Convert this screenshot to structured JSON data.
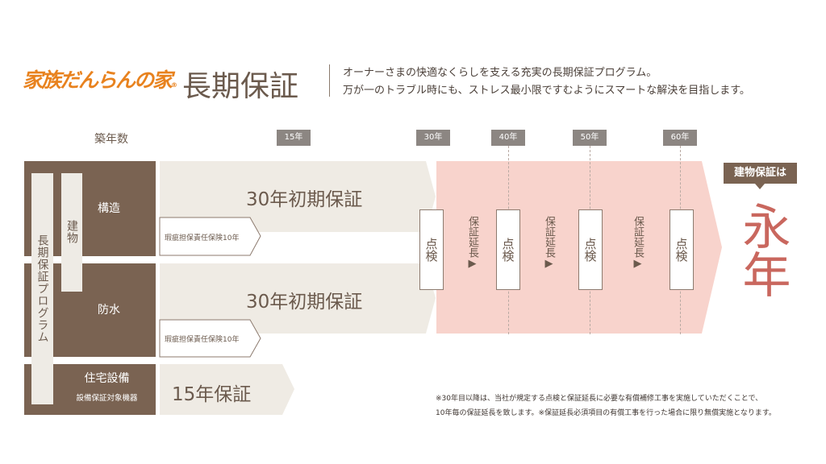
{
  "header": {
    "brand": "家族だんらんの家",
    "brand_mark": "®",
    "title": "長期保証",
    "lead_lines": [
      "オーナーさまの快適なくらしを支える充実の長期保証プログラム。",
      "万が一のトラブル時にも、ストレス最小限ですむようにスマートな解決を目指します。"
    ]
  },
  "timeline": {
    "axis_label": "築年数",
    "ticks": [
      "15年",
      "30年",
      "40年",
      "50年",
      "60年"
    ]
  },
  "program": {
    "label": "長期保証プログラム",
    "building": "建物",
    "rows": [
      {
        "category": "構造",
        "warranty": "30年初期保証",
        "insurance": "瑕疵担保責任保険10年"
      },
      {
        "category": "防水",
        "warranty": "30年初期保証",
        "insurance": "瑕疵担保責任保険10年"
      },
      {
        "category": "住宅設備",
        "subcategory": "設備保証対象機器",
        "warranty": "15年保証"
      }
    ],
    "inspection": "点検",
    "extension": "保証延長▶",
    "result_label": "建物保証は",
    "result_value": "永年"
  },
  "footnote": [
    "※30年目以降は、当社が規定する点検と保証延長に必要な有償補修工事を実施していただくことで、",
    "10年毎の保証延長を致します。※保証延長必須項目の有償工事を行った場合に限り無償実施となります。"
  ],
  "colors": {
    "brand": "#e8821e",
    "dark": "#7a6352",
    "beige": "#efebe4",
    "pink": "#f8d3cc",
    "accent": "#c9675e"
  }
}
